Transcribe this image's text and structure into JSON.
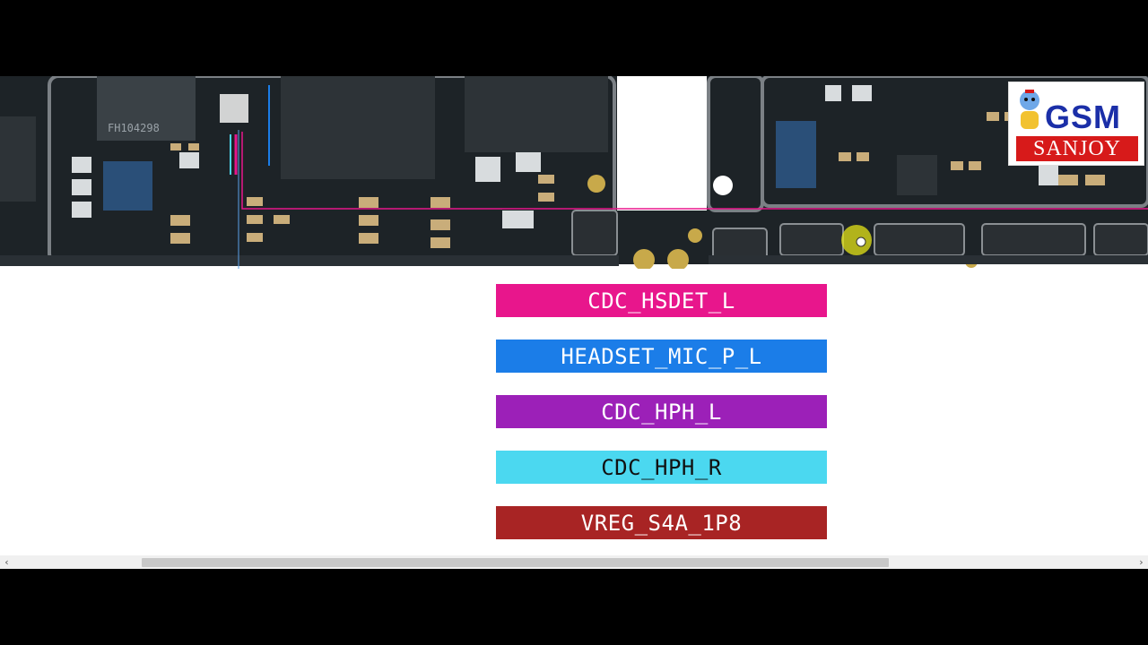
{
  "legend": {
    "items": [
      {
        "label": "CDC_HSDET_L",
        "bg": "#e8168c",
        "fg": "#ffffff"
      },
      {
        "label": "HEADSET_MIC_P_L",
        "bg": "#1b7de8",
        "fg": "#ffffff"
      },
      {
        "label": "CDC_HPH_L",
        "bg": "#9c20b8",
        "fg": "#ffffff"
      },
      {
        "label": "CDC_HPH_R",
        "bg": "#4bd8f0",
        "fg": "#111111"
      },
      {
        "label": "VREG_S4A_1P8",
        "bg": "#a82424",
        "fg": "#ffffff"
      }
    ]
  },
  "board": {
    "chip_labels": {
      "chip1": "FH104298"
    }
  },
  "logo": {
    "top": "GSM",
    "bottom": "SANJOY"
  },
  "scrollbar": {
    "left_icon": "chevron-left-icon",
    "right_icon": "chevron-right-icon"
  }
}
